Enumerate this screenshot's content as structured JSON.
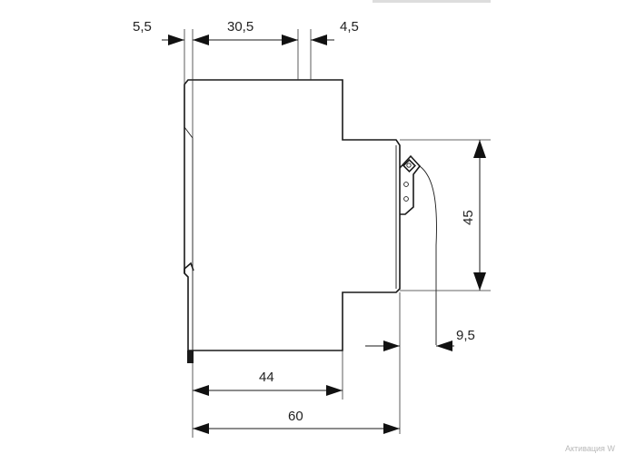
{
  "dimensions": {
    "top_left": "5,5",
    "top_middle": "30,5",
    "top_right": "4,5",
    "height": "45",
    "clip_offset": "9,5",
    "width_front": "44",
    "width_total": "60"
  },
  "watermark": "Активация W",
  "colors": {
    "line": "#1a1a1a",
    "background": "#ffffff"
  }
}
